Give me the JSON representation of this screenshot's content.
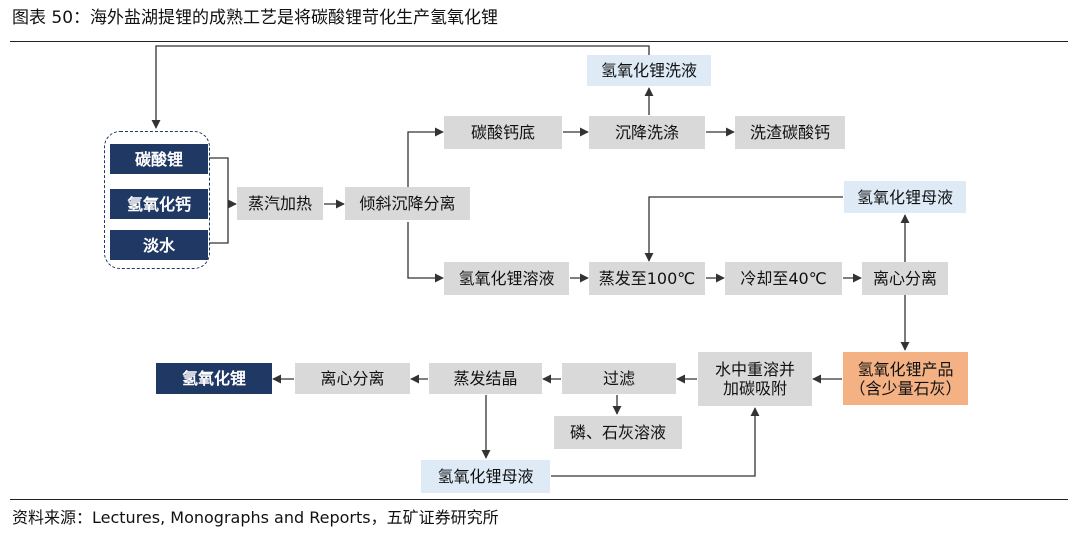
{
  "title": "图表 50：海外盐湖提锂的成熟工艺是将碳酸锂苛化生产氢氧化锂",
  "source": "资料来源：Lectures, Monographs and Reports，五矿证券研究所",
  "nodes": {
    "li2co3": "碳酸锂",
    "caoh2": "氢氧化钙",
    "fresh_water": "淡水",
    "steam_heat": "蒸汽加热",
    "decant": "倾斜沉降分离",
    "caco3_bottom": "碳酸钙底",
    "settle_wash": "沉降洗涤",
    "washed_caco3": "洗渣碳酸钙",
    "lioh_wash": "氢氧化锂洗液",
    "lioh_solution": "氢氧化锂溶液",
    "evap_100": "蒸发至100℃",
    "cool_40": "冷却至40℃",
    "centrifuge_1": "离心分离",
    "lioh_mother_1": "氢氧化锂母液",
    "lioh_product_line1": "氢氧化锂产品",
    "lioh_product_line2": "（含少量石灰）",
    "redissolve_line1": "水中重溶并",
    "redissolve_line2": "加碳吸附",
    "filter": "过滤",
    "p_lime_solution": "磷、石灰溶液",
    "evap_crystal": "蒸发结晶",
    "centrifuge_2": "离心分离",
    "lioh_final": "氢氧化锂",
    "lioh_mother_2": "氢氧化锂母液"
  },
  "colors": {
    "navy": "#1f3864",
    "gray_box": "#d9d9d9",
    "light_blue_box": "#deebf7",
    "orange_box": "#f4b183"
  }
}
